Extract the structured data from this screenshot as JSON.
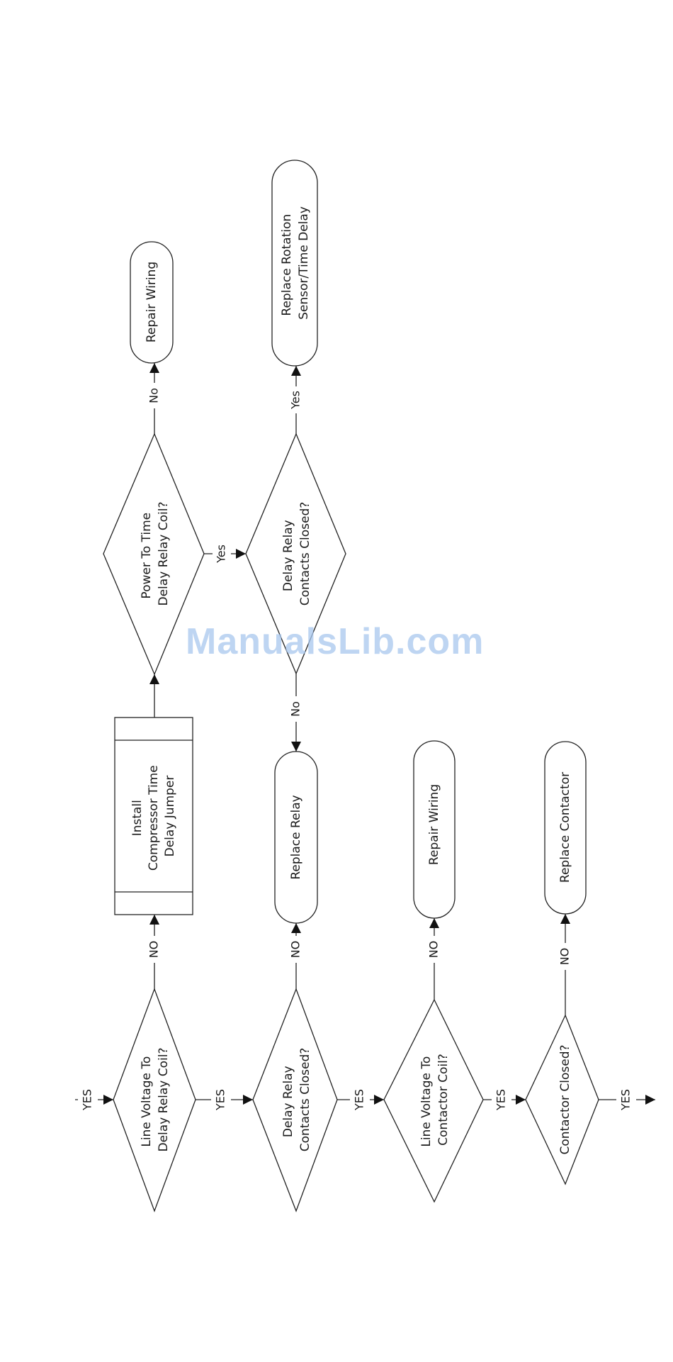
{
  "flowchart": {
    "nodes": {
      "line_voltage_delay_coil": [
        "Line Voltage To",
        "Delay Relay Coil?"
      ],
      "delay_contacts_closed_main": [
        "Delay Relay",
        "Contacts Closed?"
      ],
      "line_voltage_contactor_coil": [
        "Line Voltage To",
        "Contactor Coil?"
      ],
      "contactor_closed": [
        "Contactor Closed?"
      ],
      "install_jumper": [
        "Install",
        "Compressor Time",
        "Delay Jumper"
      ],
      "replace_relay": [
        "Replace Relay"
      ],
      "repair_wiring_lower": [
        "Repair Wiring"
      ],
      "replace_contactor": [
        "Replace Contactor"
      ],
      "power_to_time_delay": [
        "Power To Time",
        "Delay Relay Coil?"
      ],
      "delay_contacts_closed_upper": [
        "Delay Relay",
        "Contacts Closed?"
      ],
      "repair_wiring_upper": [
        "Repair Wiring"
      ],
      "replace_rotation_sensor": [
        "Replace Rotation",
        "Sensor/Time Delay"
      ]
    },
    "edge_labels": {
      "entry_yes": "YES",
      "d1_yes": "YES",
      "d2_yes": "YES",
      "d3_yes": "YES",
      "d4_yes": "YES",
      "d1_no": "NO",
      "d2_no": "NO",
      "d3_no": "NO",
      "d4_no": "NO",
      "power_yes": "Yes",
      "power_no": "No",
      "upper_contacts_yes": "Yes",
      "upper_contacts_no": "No"
    }
  },
  "watermark": "ManualsLib.com"
}
